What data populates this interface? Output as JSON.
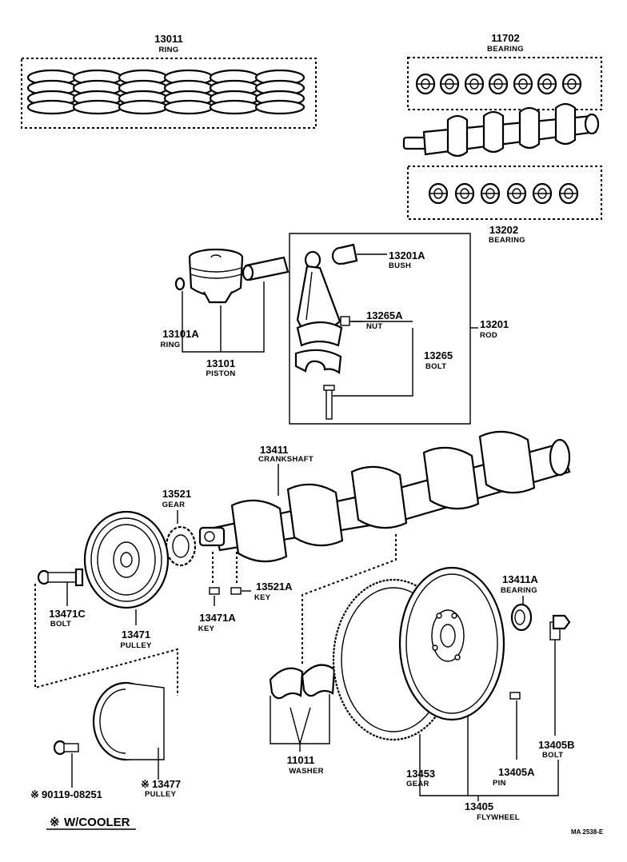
{
  "parts": {
    "ring_set": {
      "number": "13011",
      "name": "RING"
    },
    "main_bearing": {
      "number": "11702",
      "name": "BEARING"
    },
    "rod_bearing": {
      "number": "13202",
      "name": "BEARING"
    },
    "bush": {
      "number": "13201A",
      "name": "BUSH"
    },
    "nut": {
      "number": "13265A",
      "name": "NUT"
    },
    "rod": {
      "number": "13201",
      "name": "ROD"
    },
    "rod_bolt": {
      "number": "13265",
      "name": "BOLT"
    },
    "snap_ring": {
      "number": "13101A",
      "name": "RING"
    },
    "piston": {
      "number": "13101",
      "name": "PISTON"
    },
    "crankshaft": {
      "number": "13411",
      "name": "CRANKSHAFT"
    },
    "gear": {
      "number": "13521",
      "name": "GEAR"
    },
    "key_a": {
      "number": "13521A",
      "name": "KEY"
    },
    "key_b": {
      "number": "13471A",
      "name": "KEY"
    },
    "pulley_bolt": {
      "number": "13471C",
      "name": "BOLT"
    },
    "pulley": {
      "number": "13471",
      "name": "PULLEY"
    },
    "pilot_bearing": {
      "number": "13411A",
      "name": "BEARING"
    },
    "cooler_bolt": {
      "number": "90119-08251"
    },
    "cooler_pulley": {
      "number": "13477",
      "name": "PULLEY"
    },
    "washer": {
      "number": "11011",
      "name": "WASHER"
    },
    "ring_gear": {
      "number": "13453",
      "name": "GEAR"
    },
    "pin": {
      "number": "13405A",
      "name": "PIN"
    },
    "flywheel_bolt": {
      "number": "13405B",
      "name": "BOLT"
    },
    "flywheel": {
      "number": "13405",
      "name": "FLYWHEEL"
    }
  },
  "symbols": {
    "asterisk": "※"
  },
  "legend": {
    "text": "W/COOLER"
  },
  "reference": "MA 2538-E"
}
